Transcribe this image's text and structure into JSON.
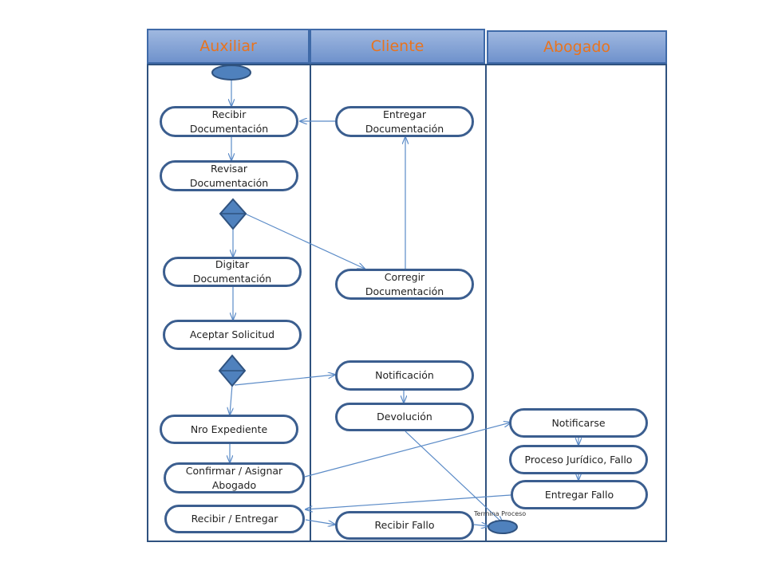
{
  "lanes": [
    {
      "id": "auxiliar",
      "title": "Auxiliar"
    },
    {
      "id": "cliente",
      "title": "Cliente"
    },
    {
      "id": "abogado",
      "title": "Abogado"
    }
  ],
  "nodes": {
    "recibir_doc": "Recibir\nDocumentación",
    "entregar_doc": "Entregar\nDocumentación",
    "revisar_doc": "Revisar\nDocumentación",
    "digitar_doc": "Digitar\nDocumentación",
    "corregir_doc": "Corregir\nDocumentación",
    "aceptar_solicitud": "Aceptar Solicitud",
    "notificacion": "Notificación",
    "devolucion": "Devolución",
    "nro_expediente": "Nro Expediente",
    "confirmar_asignar": "Confirmar / Asignar\nAbogado",
    "recibir_entregar": "Recibir / Entregar",
    "recibir_fallo": "Recibir Fallo",
    "notificarse": "Notificarse",
    "proceso_juridico": "Proceso Jurídico, Fallo",
    "entregar_fallo": "Entregar Fallo"
  },
  "end_label": "Termina Proceso",
  "colors": {
    "lane_header_text": "#e8731e",
    "lane_header_fill": "#7f9fd4",
    "node_border": "#3b5e8f",
    "start_fill": "#4f81bd",
    "arrow": "#5b8bc7"
  }
}
